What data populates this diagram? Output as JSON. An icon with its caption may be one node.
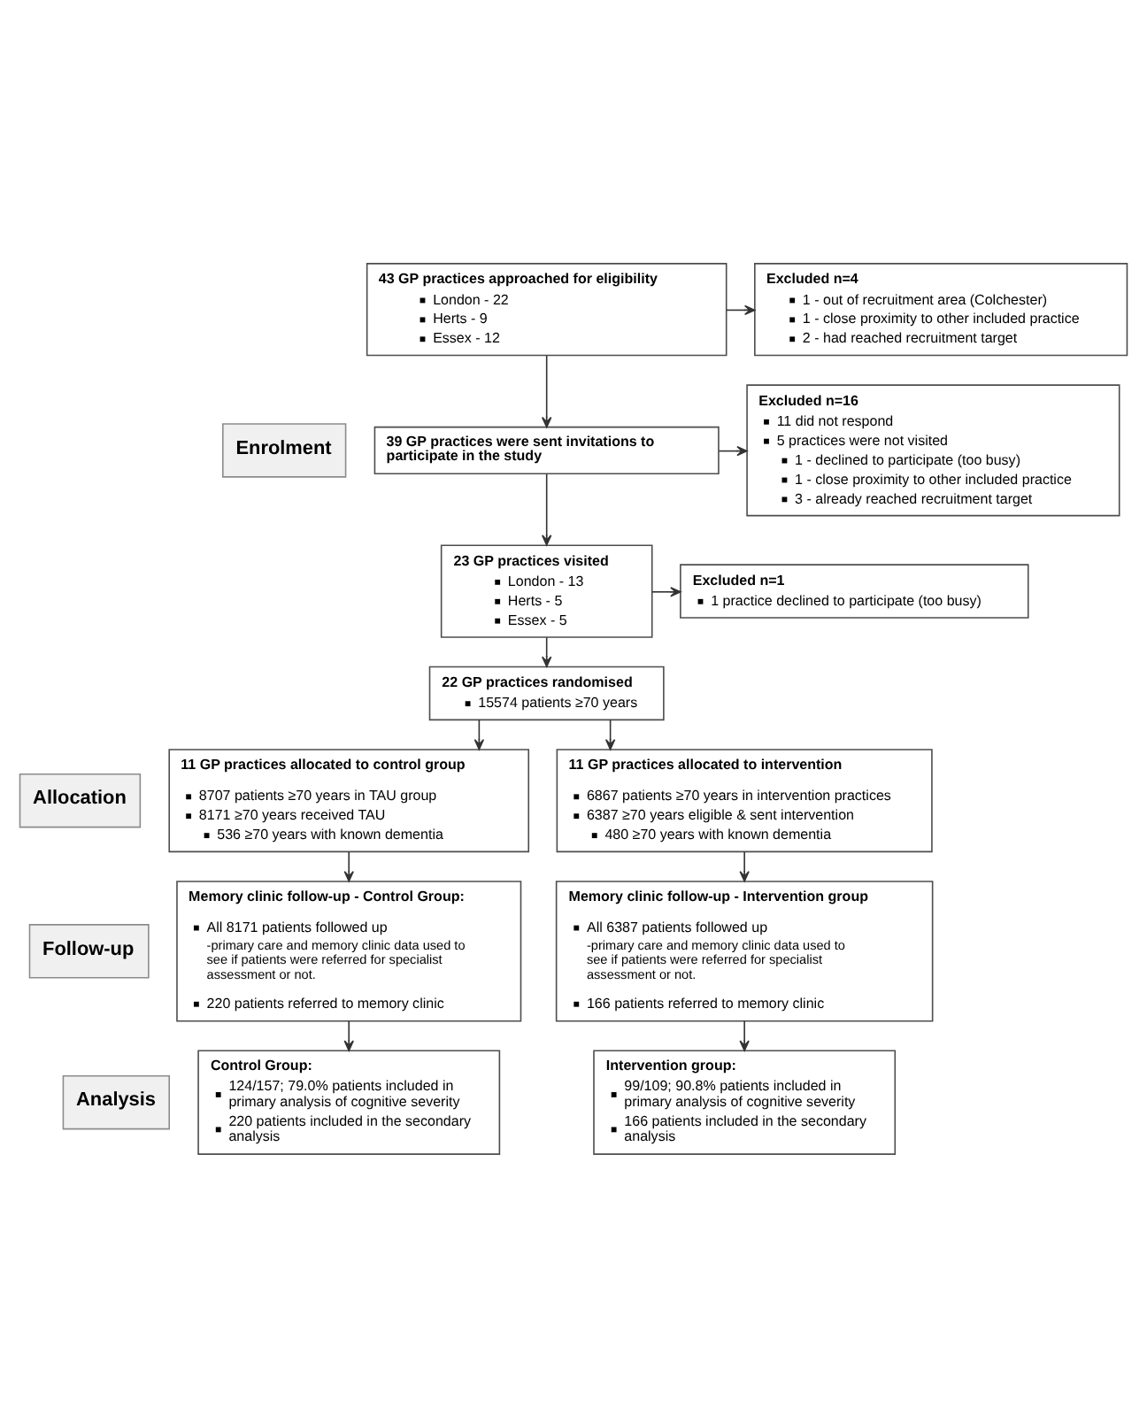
{
  "diagram": {
    "nodes": [
      {
        "text": [
          "43 GP practices approached for eligibility",
          "London - 22",
          "Herts - 9",
          "Essex - 12"
        ]
      },
      {
        "text": [
          "Excluded n=4",
          "1 - out of recruitment area (Colchester)",
          "1 - close proximity to other included practice",
          "2 - had reached recruitment target"
        ]
      },
      {
        "text": [
          "Enrolment"
        ]
      },
      {
        "text": [
          "39 GP practices were sent invitations to participate in the study"
        ]
      },
      {
        "text": [
          "Excluded n=16",
          "11 did not respond",
          "5 practices were not visited",
          "1 - declined to participate (too busy)",
          "1 - close proximity to other included practice",
          "3 - already reached recruitment target"
        ]
      },
      {
        "text": [
          "23 GP practices visited",
          "London - 13",
          "Herts - 5",
          "Essex - 5"
        ]
      },
      {
        "text": [
          "Excluded n=1",
          "1 practice declined to participate (too busy)"
        ]
      },
      {
        "text": [
          "22 GP practices randomised",
          "15574 patients ≥70 years"
        ]
      },
      {
        "text": [
          "Allocation"
        ]
      },
      {
        "text": [
          "11 GP practices allocated to control group",
          "8707 patients ≥70 years in TAU group",
          "8171 ≥70 years received TAU",
          "536 ≥70 years with known dementia"
        ]
      },
      {
        "text": [
          "11 GP practices allocated to intervention",
          "6867 patients ≥70 years in intervention practices",
          "6387 ≥70 years eligible & sent intervention",
          "480 ≥70 years with known dementia"
        ]
      },
      {
        "text": [
          "Follow-up"
        ]
      },
      {
        "text": [
          "Memory clinic follow-up - Control Group:",
          "All 8171 patients followed up",
          "-primary care and memory clinic data used to see if patients were referred for specialist assessment or not.",
          "220 patients referred to memory clinic"
        ]
      },
      {
        "text": [
          "Memory clinic follow-up - Intervention group",
          "All 6387 patients followed up",
          "-primary care and memory clinic data used to see if patients were referred for specialist assessment or not.",
          "166 patients referred to memory clinic"
        ]
      },
      {
        "text": [
          "Analysis"
        ]
      },
      {
        "text": [
          "Control Group:",
          "124/157; 79.0% patients included in primary analysis of cognitive severity",
          "220 patients included in the secondary analysis"
        ]
      },
      {
        "text": [
          "Intervention group:",
          "99/109; 90.8% patients included in primary analysis of cognitive severity",
          "166 patients included in the secondary analysis"
        ]
      }
    ],
    "edges": [
      {
        "from": 0,
        "to": 1,
        "arrow": "to"
      },
      {
        "from": 0,
        "to": 3,
        "arrow": "to"
      },
      {
        "from": 3,
        "to": 4,
        "arrow": "to"
      },
      {
        "from": 3,
        "to": 5,
        "arrow": "to"
      },
      {
        "from": 5,
        "to": 6,
        "arrow": "to"
      },
      {
        "from": 5,
        "to": 7,
        "arrow": "to"
      },
      {
        "from": 7,
        "to": 9,
        "arrow": "to"
      },
      {
        "from": 7,
        "to": 10,
        "arrow": "to"
      },
      {
        "from": 9,
        "to": 12,
        "arrow": "to"
      },
      {
        "from": 10,
        "to": 13,
        "arrow": "to"
      },
      {
        "from": 12,
        "to": 15,
        "arrow": "to"
      },
      {
        "from": 13,
        "to": 16,
        "arrow": "to"
      }
    ]
  }
}
